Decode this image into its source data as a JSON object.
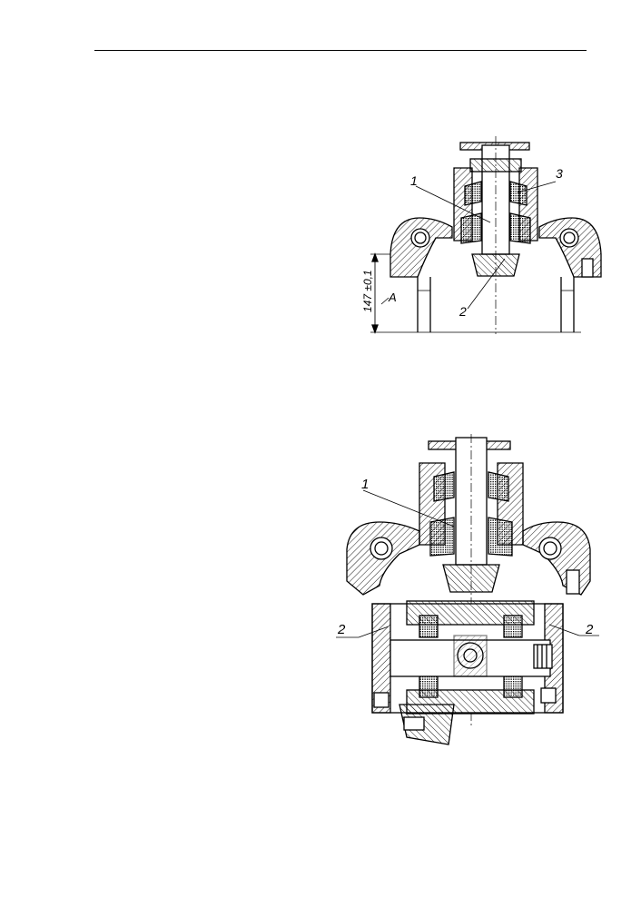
{
  "figure1": {
    "callouts": {
      "one": "1",
      "two": "2",
      "three": "3",
      "a": "A"
    },
    "dimension": "147 ±0,1"
  },
  "figure2": {
    "callouts": {
      "one": "1",
      "two_left": "2",
      "two_right": "2"
    }
  },
  "colors": {
    "ink": "#000000",
    "hatch": "#000000",
    "background": "#ffffff"
  }
}
